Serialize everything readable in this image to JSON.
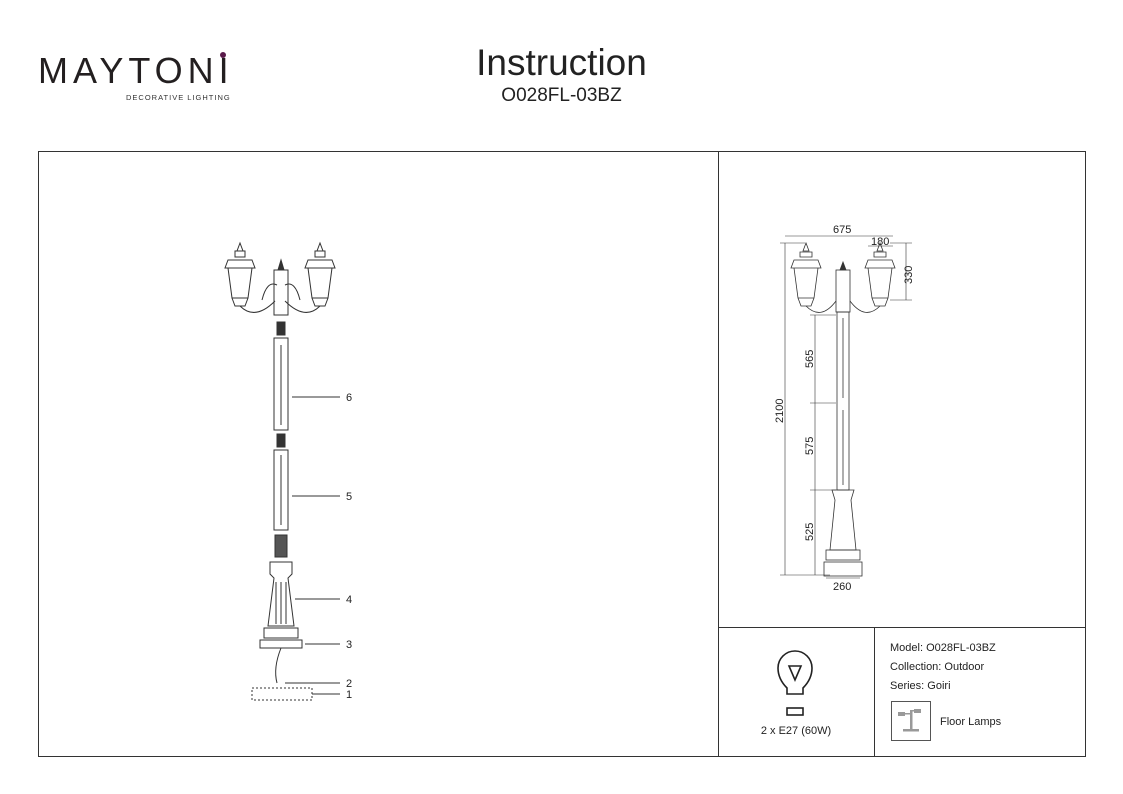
{
  "header": {
    "brand": "MAYTONI",
    "brand_tagline": "DECORATIVE LIGHTING",
    "title": "Instruction",
    "model_code": "O028FL-03BZ",
    "brand_accent": "#5a1a4a"
  },
  "assembly": {
    "part_labels": [
      "6",
      "5",
      "4",
      "3",
      "2",
      "1"
    ]
  },
  "dimensions": {
    "total_width": "675",
    "lantern_width": "180",
    "lantern_height": "330",
    "total_height": "2100",
    "upper_section": "565",
    "middle_section": "575",
    "base_section": "525",
    "base_width": "260"
  },
  "bulb": {
    "icon": "light-bulb-icon",
    "spec": "2 x E27 (60W)"
  },
  "product_info": {
    "model": "Model: O028FL-03BZ",
    "collection": "Collection: Outdoor",
    "series": "Series: Goiri",
    "category_icon": "floor-lamp-icon",
    "category": "Floor Lamps"
  }
}
